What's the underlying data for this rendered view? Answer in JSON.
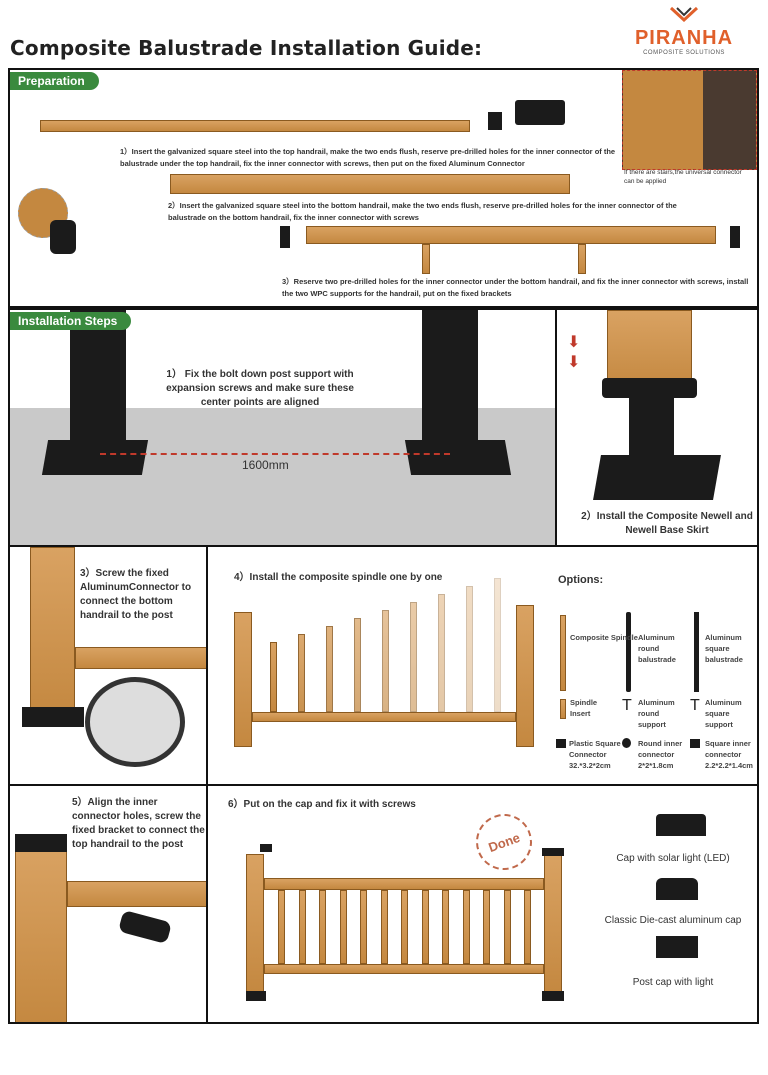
{
  "title": "Composite Balustrade  Installation Guide:",
  "logo": {
    "name": "PIRANHA",
    "sub": "COMPOSITE SOLUTIONS"
  },
  "preparation": {
    "label": "Preparation",
    "step1": "1）Insert the galvanized square steel into the top handrail, make the two ends flush, reserve  pre-drilled holes for the inner connector of the  balustrade under the top handrail, fix the inner connector with screws, then put on the fixed Aluminum Connector",
    "step2": "2）Insert the galvanized square steel into the bottom handrail, make the two ends  flush, reserve pre-drilled holes for the inner connector of the balustrade on the bottom handrail, fix the inner connector with screws",
    "step3": "3）Reserve two pre-drilled holes for the inner connector under the bottom handrail, and fix the inner connector with screws, install the two WPC supports for the handrail, put on the fixed brackets",
    "stairs_note": "If there are stairs,the universal connector can be applied"
  },
  "installation": {
    "label": "Installation Steps",
    "step1": "1） Fix the bolt down post support with expansion screws and make sure these center points are aligned",
    "distance": "1600mm",
    "step2": "2）Install the Composite Newell and Newell Base Skirt",
    "step3": "3）Screw the fixed AluminumConnector to connect the bottom handrail to the post",
    "step4": "4）Install the composite spindle one by one",
    "step5": "5）Align the inner connector holes, screw the fixed bracket to connect the top handrail  to the post",
    "step6": "6）Put on the cap and fix it with screws",
    "done_stamp": "Done"
  },
  "options": {
    "label": "Options:",
    "items": [
      {
        "name": "Composite Spindle"
      },
      {
        "name": "Aluminum round balustrade"
      },
      {
        "name": "Aluminum square balustrade"
      },
      {
        "name": "Spindle Insert"
      },
      {
        "name": "Aluminum round support"
      },
      {
        "name": "Aluminum square support"
      },
      {
        "name": "Plastic Square Connector",
        "size": "32.*3.2*2cm"
      },
      {
        "name": "Round inner connector",
        "size": "2*2*1.8cm"
      },
      {
        "name": "Square inner connector",
        "size": "2.2*2.2*1.4cm"
      }
    ]
  },
  "caps": {
    "solar": "Cap with solar light (LED)",
    "classic": "Classic Die-cast aluminum cap",
    "light": "Post cap with light"
  }
}
